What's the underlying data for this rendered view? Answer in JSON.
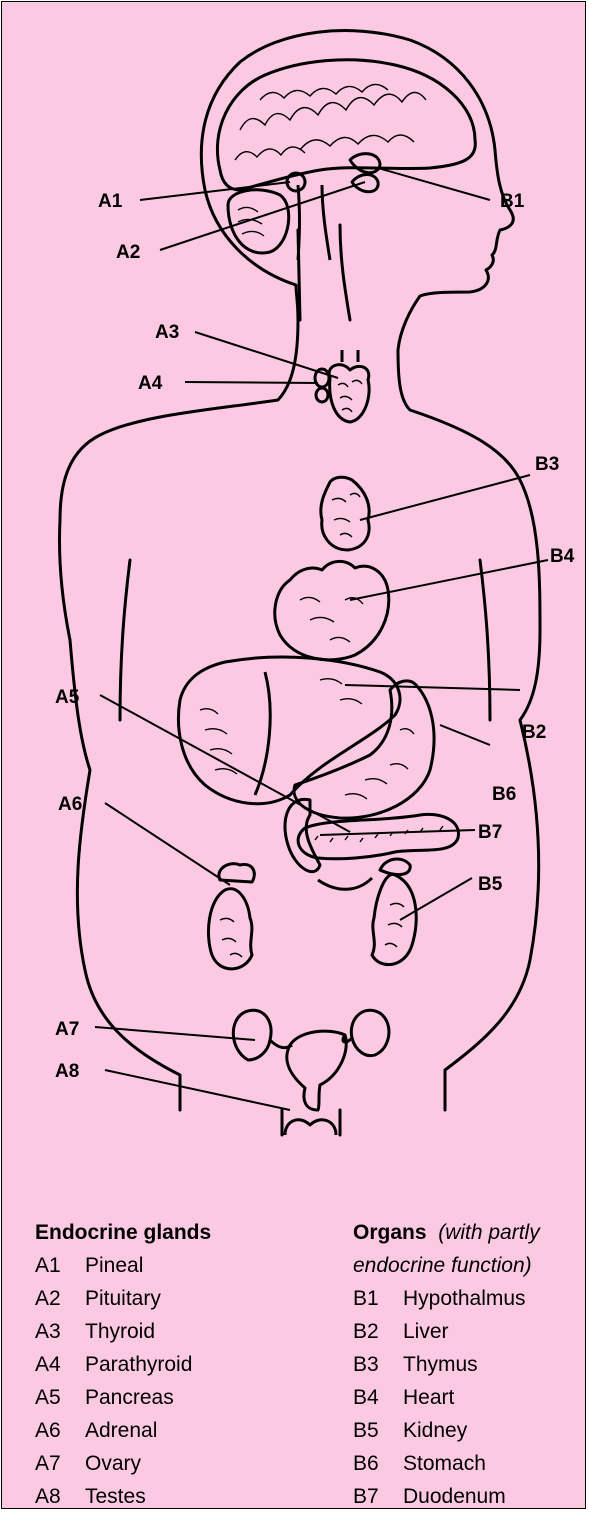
{
  "labels": {
    "A1": "A1",
    "A2": "A2",
    "A3": "A3",
    "A4": "A4",
    "A5": "A5",
    "A6": "A6",
    "A7": "A7",
    "A8": "A8",
    "B1": "B1",
    "B2": "B2",
    "B3": "B3",
    "B4": "B4",
    "B5": "B5",
    "B6": "B6",
    "B7": "B7"
  },
  "legend": {
    "glands": {
      "title": "Endocrine glands",
      "items": [
        {
          "code": "A1",
          "name": "Pineal"
        },
        {
          "code": "A2",
          "name": "Pituitary"
        },
        {
          "code": "A3",
          "name": "Thyroid"
        },
        {
          "code": "A4",
          "name": "Parathyroid"
        },
        {
          "code": "A5",
          "name": "Pancreas"
        },
        {
          "code": "A6",
          "name": "Adrenal"
        },
        {
          "code": "A7",
          "name": "Ovary"
        },
        {
          "code": "A8",
          "name": "Testes"
        }
      ]
    },
    "organs": {
      "title": "Organs",
      "note_part1": "(with partly",
      "note_part2": "endocrine function)",
      "items": [
        {
          "code": "B1",
          "name": "Hypothalmus"
        },
        {
          "code": "B2",
          "name": "Liver"
        },
        {
          "code": "B3",
          "name": "Thymus"
        },
        {
          "code": "B4",
          "name": "Heart"
        },
        {
          "code": "B5",
          "name": "Kidney"
        },
        {
          "code": "B6",
          "name": "Stomach"
        },
        {
          "code": "B7",
          "name": "Duodenum"
        }
      ]
    }
  },
  "colors": {
    "background": "#fbc9e1",
    "ink": "#000000"
  }
}
